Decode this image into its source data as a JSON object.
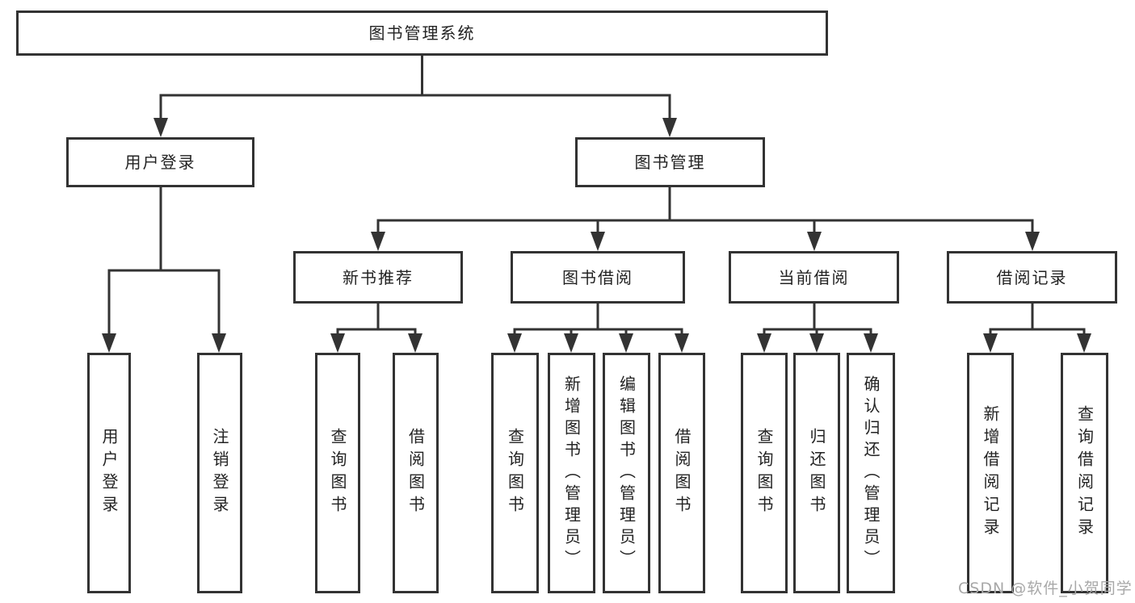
{
  "diagram": {
    "root": {
      "label": "图书管理系统"
    },
    "level2": {
      "user_login": "用户登录",
      "book_mgmt": "图书管理"
    },
    "level3": {
      "new_rec": "新书推荐",
      "borrow": "图书借阅",
      "current": "当前借阅",
      "records": "借阅记录"
    },
    "leaves": {
      "user_login": "用户登录",
      "logout": "注销登录",
      "rec_query_books": "查询图书",
      "rec_borrow_books": "借阅图书",
      "bor_query_books": "查询图书",
      "bor_add_books": "新增图书（管理员）",
      "bor_edit_books": "编辑图书（管理员）",
      "bor_borrow_books": "借阅图书",
      "cur_query_books": "查询图书",
      "cur_return_books": "归还图书",
      "cur_confirm_return": "确认归还（管理员）",
      "log_add_record": "新增借阅记录",
      "log_query_record": "查询借阅记录"
    },
    "colors": {
      "line": "#333333",
      "text": "#232323",
      "watermark_gray": "#a8a8a8",
      "background": "#ffffff"
    }
  },
  "watermark": {
    "text": "CSDN @软件_小贺同学"
  }
}
